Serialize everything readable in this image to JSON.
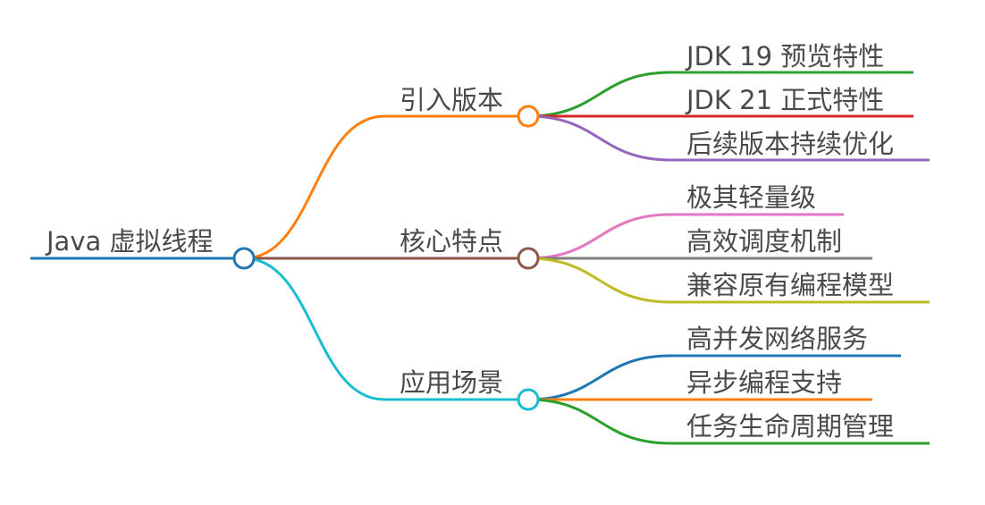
{
  "root": {
    "label": "Java 虚拟线程",
    "color": "#1f77b4"
  },
  "branches": [
    {
      "label": "引入版本",
      "color": "#ff7f0e",
      "children": [
        {
          "label": "JDK 19 预览特性",
          "color": "#2ca02c"
        },
        {
          "label": "JDK 21 正式特性",
          "color": "#d62728"
        },
        {
          "label": "后续版本持续优化",
          "color": "#9467bd"
        }
      ]
    },
    {
      "label": "核心特点",
      "color": "#8c564b",
      "children": [
        {
          "label": "极其轻量级",
          "color": "#e377c2"
        },
        {
          "label": "高效调度机制",
          "color": "#7f7f7f"
        },
        {
          "label": "兼容原有编程模型",
          "color": "#bcbd22"
        }
      ]
    },
    {
      "label": "应用场景",
      "color": "#17becf",
      "children": [
        {
          "label": "高并发网络服务",
          "color": "#1f77b4"
        },
        {
          "label": "异步编程支持",
          "color": "#ff7f0e"
        },
        {
          "label": "任务生命周期管理",
          "color": "#2ca02c"
        }
      ]
    }
  ]
}
